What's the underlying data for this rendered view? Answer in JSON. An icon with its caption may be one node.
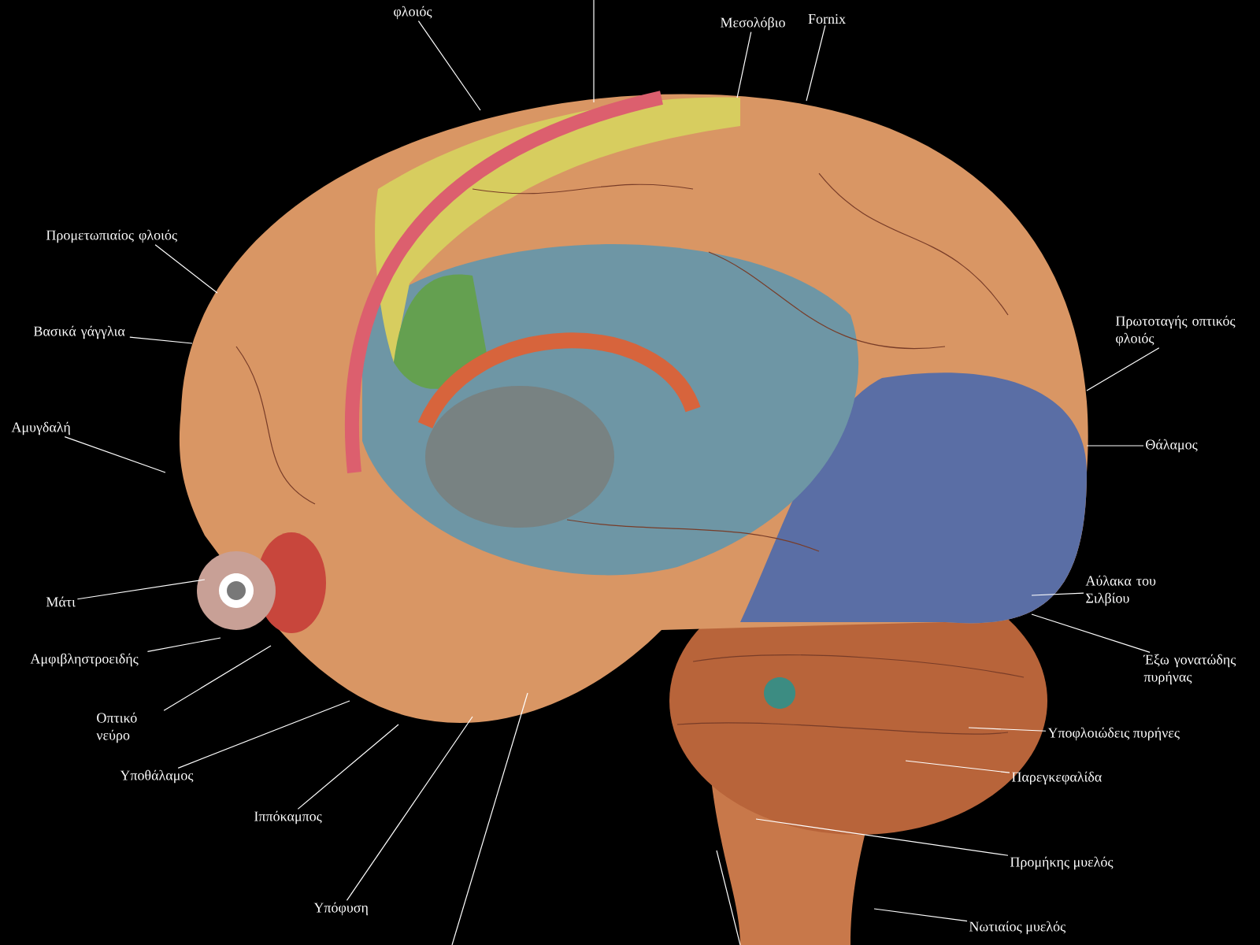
{
  "diagram": {
    "nodes": [
      {
        "text": [
          "φλοιός"
        ]
      },
      {
        "text": [
          "Μεσολόβιο"
        ]
      },
      {
        "text": [
          "Fornix"
        ]
      },
      {
        "text": [
          "Προμετωπιαίος φλοιός"
        ]
      },
      {
        "text": [
          "Βασικά γάγγλια"
        ]
      },
      {
        "text": [
          "Αμυγδαλή"
        ]
      },
      {
        "text": [
          "Πρωτοταγής οπτικός φλοιός"
        ]
      },
      {
        "text": [
          "Θάλαμος"
        ]
      },
      {
        "text": [
          "Μάτι"
        ]
      },
      {
        "text": [
          "Αμφιβληστροειδής"
        ]
      },
      {
        "text": [
          "Οπτικό νεύρο"
        ]
      },
      {
        "text": [
          "Υποθάλαμος"
        ]
      },
      {
        "text": [
          "Ιππόκαμπος"
        ]
      },
      {
        "text": [
          "Υπόφυση"
        ]
      },
      {
        "text": [
          "Αύλακα του Σιλβίου"
        ]
      },
      {
        "text": [
          "Έξω γονατώδης πυρήνας"
        ]
      },
      {
        "text": [
          "Υποφλοιώδεις πυρήνες"
        ]
      },
      {
        "text": [
          "Παρεγκεφαλίδα"
        ]
      },
      {
        "text": [
          "Προμήκης μυελός"
        ]
      },
      {
        "text": [
          "Νωτιαίος μυελός"
        ]
      }
    ],
    "edges": [
      {
        "from": 0,
        "to": null,
        "arrow": "none"
      },
      {
        "from": 1,
        "to": null,
        "arrow": "none"
      },
      {
        "from": 2,
        "to": null,
        "arrow": "none"
      },
      {
        "from": 3,
        "to": null,
        "arrow": "none"
      },
      {
        "from": 4,
        "to": null,
        "arrow": "none"
      },
      {
        "from": 5,
        "to": null,
        "arrow": "none"
      },
      {
        "from": 6,
        "to": null,
        "arrow": "none"
      },
      {
        "from": 7,
        "to": null,
        "arrow": "none"
      },
      {
        "from": 8,
        "to": null,
        "arrow": "none"
      },
      {
        "from": 9,
        "to": null,
        "arrow": "none"
      },
      {
        "from": 10,
        "to": null,
        "arrow": "none"
      },
      {
        "from": 11,
        "to": null,
        "arrow": "none"
      },
      {
        "from": 12,
        "to": null,
        "arrow": "none"
      },
      {
        "from": 13,
        "to": null,
        "arrow": "none"
      },
      {
        "from": 14,
        "to": null,
        "arrow": "none"
      },
      {
        "from": 15,
        "to": null,
        "arrow": "none"
      },
      {
        "from": 16,
        "to": null,
        "arrow": "none"
      },
      {
        "from": 17,
        "to": null,
        "arrow": "none"
      },
      {
        "from": 18,
        "to": null,
        "arrow": "none"
      },
      {
        "from": 19,
        "to": null,
        "arrow": "none"
      }
    ]
  }
}
